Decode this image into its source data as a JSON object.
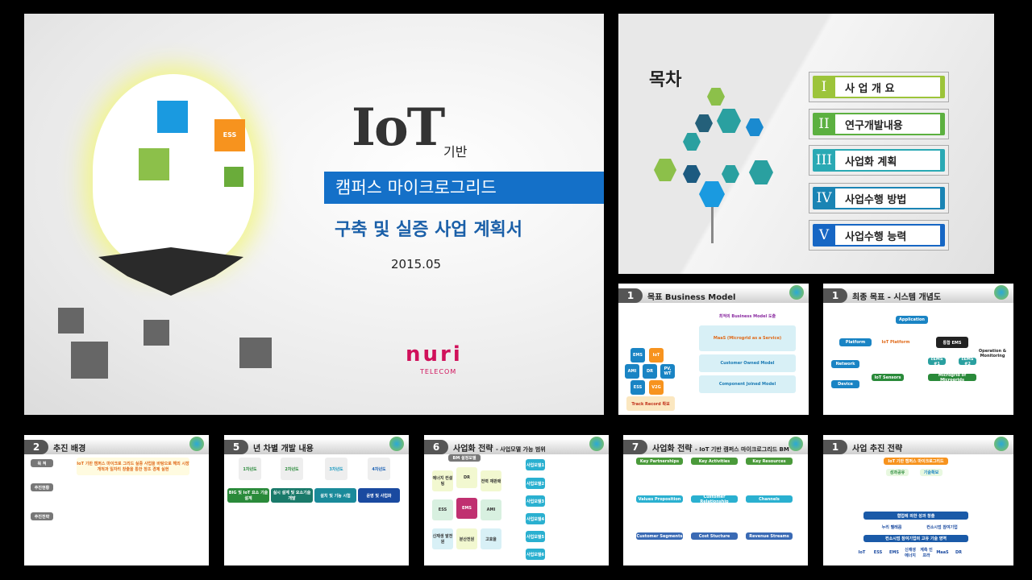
{
  "title_slide": {
    "logo_word": "IoT",
    "subtitle_suffix": "기반",
    "banner": "캠퍼스 마이크로그리드",
    "title2": "구축 및 실증 사업 계획서",
    "date": "2015.05",
    "company_logo": "nuri",
    "company_sub": "TELECOM",
    "ess_label": "ESS"
  },
  "toc_slide": {
    "heading": "목차",
    "items": [
      {
        "numeral": "I",
        "label": "사 업 개 요",
        "color": "#9cc43a"
      },
      {
        "numeral": "II",
        "label": "연구개발내용",
        "color": "#5cb040"
      },
      {
        "numeral": "III",
        "label": "사업화 계획",
        "color": "#2aa9b4"
      },
      {
        "numeral": "IV",
        "label": "사업수행 방법",
        "color": "#1a84b4"
      },
      {
        "numeral": "V",
        "label": "사업수행 능력",
        "color": "#1666c4"
      }
    ]
  },
  "slides": [
    {
      "num": "1",
      "title": "목표 Business Model",
      "boxes": [
        "최적의 Business Model 도출",
        "MaaS (Microgrid as a Service)",
        "Customer Owned Model",
        "Component Joined Model",
        "EMS",
        "IoT",
        "AMI",
        "DR",
        "PV, WT",
        "ESS",
        "V2G",
        "Track Record 확보"
      ]
    },
    {
      "num": "1",
      "title": "최종 목표 - 시스템 개념도",
      "boxes": [
        "Application",
        "Platform",
        "IoT Platform",
        "통합 EMS",
        "Network",
        "Device",
        "IoT Sensors",
        "Microgrid of Microgrids",
        "cEMS #1",
        "cEMS #2",
        "Operation & Monitoring"
      ]
    },
    {
      "num": "2",
      "title": "추진 배경",
      "boxes": [
        "목 적",
        "추진현황",
        "추진전략",
        "IoT 기반 캠퍼스 마이크로 그리드 실증 사업을 바탕으로 해외 시장 개척과 일자리 창출을 통한 창조 경제 실현"
      ]
    },
    {
      "num": "5",
      "title": "년 차별 개발 내용",
      "boxes": [
        "1차년도",
        "2차년도",
        "3차년도",
        "4차년도",
        "BIG 및 IoT 요소 기술 설계",
        "실시 설계 및 요소기술 개발",
        "설치 및 기능 시험",
        "운영 및 사업화"
      ]
    },
    {
      "num": "6",
      "title": "사업화 전략",
      "subtitle": "- 사업모델 가능 범위",
      "boxes": [
        "BM 설정모델",
        "에너지 컨설팅",
        "DR",
        "전력 재판매",
        "ESS",
        "EMS",
        "AMI",
        "신재생 발전원",
        "분산전원",
        "고효율",
        "사업모델1",
        "사업모델2",
        "사업모델3",
        "사업모델4",
        "사업모델5",
        "사업모델6"
      ]
    },
    {
      "num": "7",
      "title": "사업화 전략",
      "subtitle": "- IoT 기반 캠퍼스 마이크로그리드 BM",
      "boxes": [
        "Key Partnerships",
        "Key Activities",
        "Key Resources",
        "Values Proposition",
        "Customer Relationship",
        "Channels",
        "Customer Segments",
        "Cost Stucture",
        "Revenue Streams"
      ]
    },
    {
      "num": "1",
      "title": "사업 추진 전략",
      "boxes": [
        "IoT 기반 캠퍼스 마이크로그리드",
        "성과공유",
        "기술확보",
        "협업에 의한 성과 창출",
        "누리 텔레콤",
        "컨소시엄 참여기업",
        "컨소시엄 참여기업의 고유 기술 영역",
        "IoT",
        "ESS",
        "EMS",
        "신재생 에너지",
        "계측 인프라",
        "MaaS",
        "DR"
      ]
    }
  ]
}
